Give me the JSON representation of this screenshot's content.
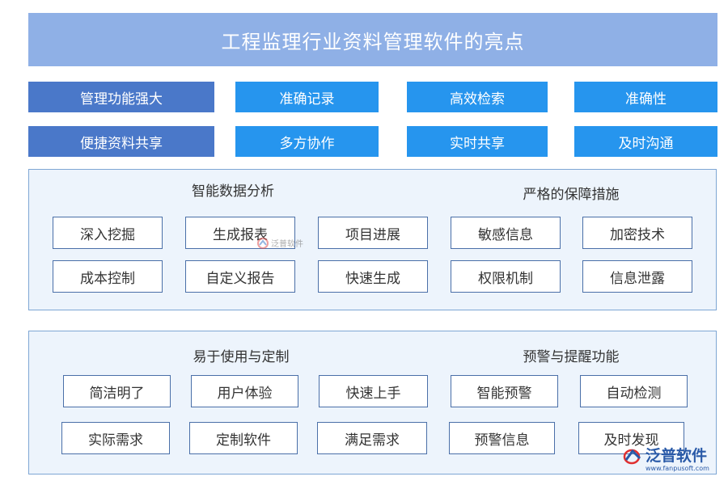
{
  "title": "工程监理行业资料管理软件的亮点",
  "top_buttons": [
    "管理功能强大",
    "准确记录",
    "高效检索",
    "准确性",
    "便捷资料共享",
    "多方协作",
    "实时共享",
    "及时沟通"
  ],
  "panel1": {
    "left_title": "智能数据分析",
    "right_title": "严格的保障措施",
    "items": [
      "深入挖掘",
      "生成报表",
      "项目进展",
      "敏感信息",
      "加密技术",
      "成本控制",
      "自定义报告",
      "快速生成",
      "权限机制",
      "信息泄露"
    ]
  },
  "panel2": {
    "left_title": "易于使用与定制",
    "right_title": "预警与提醒功能",
    "items": [
      "简洁明了",
      "用户体验",
      "快速上手",
      "智能预警",
      "自动检测",
      "实际需求",
      "定制软件",
      "满足需求",
      "预警信息",
      "及时发现"
    ]
  },
  "watermark": {
    "text": "泛普软件"
  },
  "logo": {
    "text": "泛普软件",
    "url": "www.fanpusoft.com"
  },
  "colors": {
    "title_bg": "#8fb0e6",
    "dark_button": "#4a78c9",
    "bright_button": "#2695ee",
    "panel_bg": "#edf4fc",
    "logo": "#2a5aa8"
  }
}
